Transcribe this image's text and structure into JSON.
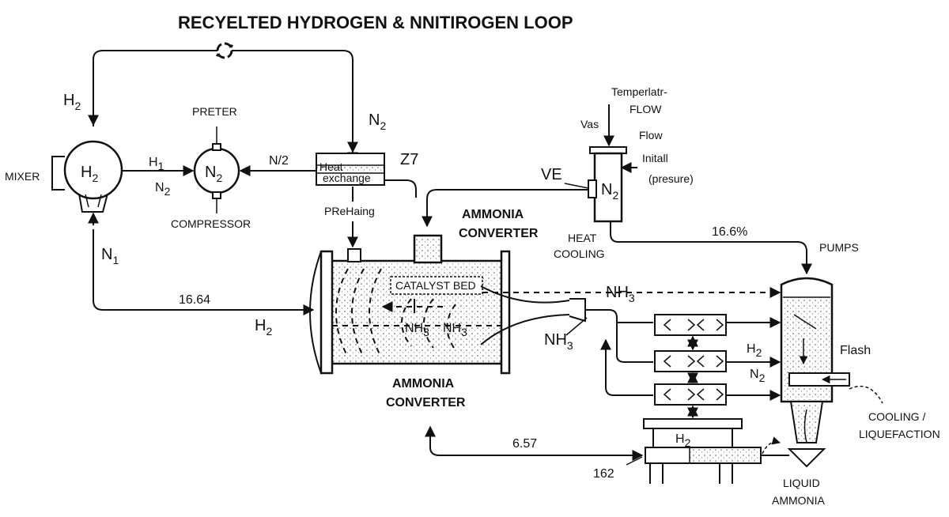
{
  "title": "RECYELTED HYDROGEN & NNITIROGEN LOOP",
  "labels": {
    "mixer": "MIXER",
    "mixer_h2_in": "H",
    "mixer_h2_in_sub": "2",
    "mixer_inner": "H",
    "mixer_inner_sub": "2",
    "mixer_n1": "N",
    "mixer_n1_sub": "1",
    "preter": "PRETER",
    "compressor_inner": "N",
    "compressor_inner_sub": "2",
    "compressor": "COMPRESSOR",
    "h1": "H",
    "h1_sub": "1",
    "n2_left": "N",
    "n2_left_sub": "2",
    "n_over_2": "N/2",
    "n2_top": "N",
    "n2_top_sub": "2",
    "heat_exchange_1": "Heat",
    "heat_exchange_2": "exchange",
    "preheating": "PReHaing",
    "z7": "Z7",
    "ammonia_converter_top_1": "AMMONIA",
    "ammonia_converter_top_2": "CONVERTER",
    "catalyst_bed": "CATALYST BED",
    "nh3_inner_a": "NH",
    "nh3_inner_a_sub": "3",
    "nh3_inner_b": "NH",
    "nh3_inner_b_sub": "3",
    "ammonia_converter_bottom_1": "AMMONIA",
    "ammonia_converter_bottom_2": "CONVERTER",
    "val_1664": "16.64",
    "h2_converter": "H",
    "h2_converter_sub": "2",
    "temp_flow_1": "Temperlatr-",
    "temp_flow_2": "FLOW",
    "vas": "Vas",
    "flow": "Flow",
    "initial_1": "Initall",
    "initial_2": "(presure)",
    "ve": "VE",
    "valve_inner": "N",
    "valve_inner_sub": "2",
    "heat_cooling_1": "HEAT",
    "heat_cooling_2": "COOLING",
    "val_166": "16.6%",
    "pumps": "PUMPS",
    "nh3_dashed": "NH",
    "nh3_dashed_sub": "3",
    "nh3_right": "NH",
    "nh3_right_sub": "3",
    "h2_right": "H",
    "h2_right_sub": "2",
    "n2_right": "N",
    "n2_right_sub": "2",
    "flash": "Flash",
    "cooling_1": "COOLING /",
    "cooling_2": "LIQUEFACTION",
    "val_657": "6.57",
    "val_162": "162",
    "h2_pump": "H",
    "h2_pump_sub": "2",
    "liquid_1": "LIQUID",
    "liquid_2": "AMMONIA"
  }
}
